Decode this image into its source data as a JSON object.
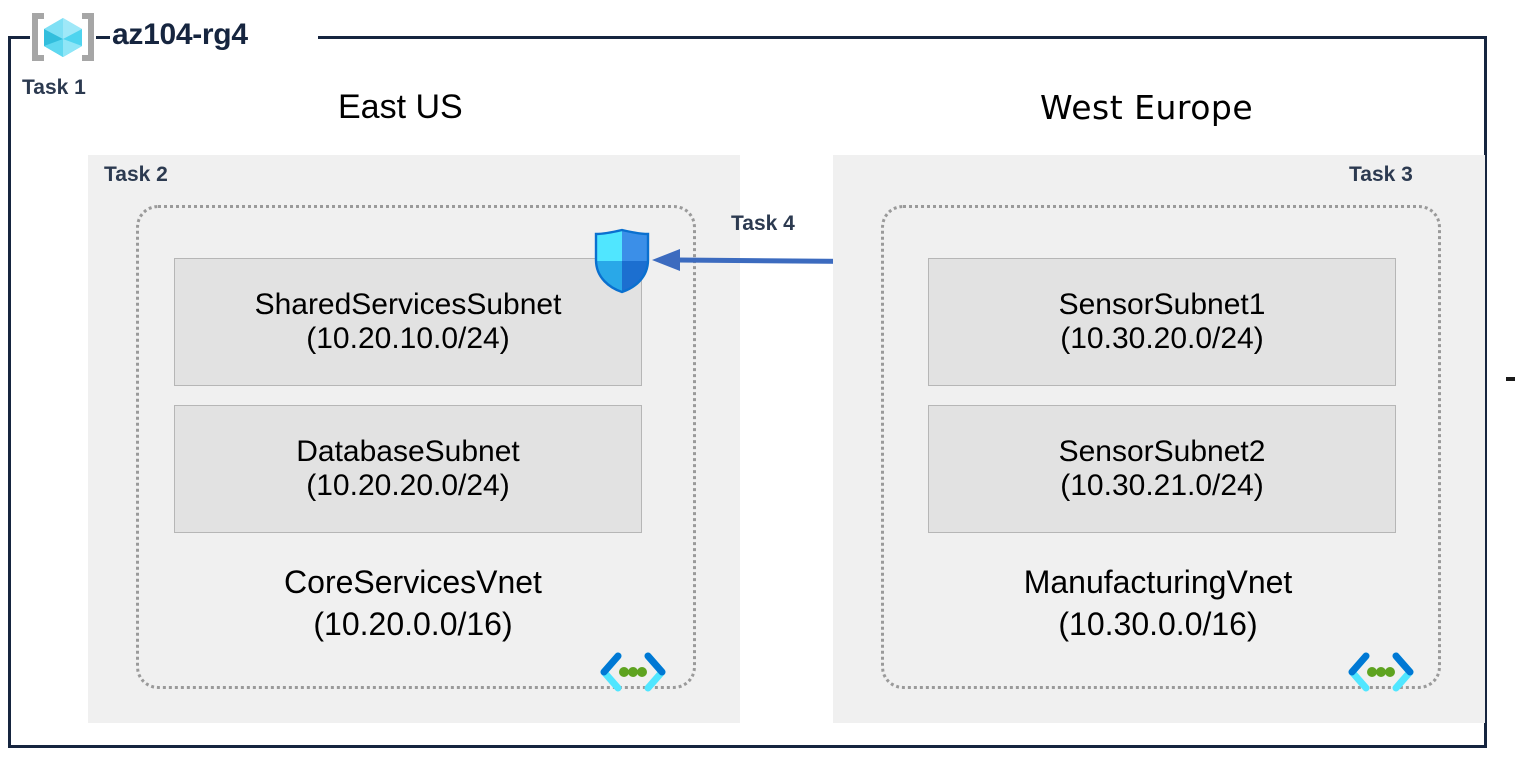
{
  "resource_group": {
    "name": "az104-rg4",
    "icon": "resource-group-cube-icon",
    "task_label": "Task 1"
  },
  "regions": [
    {
      "id": "east",
      "title": "East US",
      "task_label": "Task 2",
      "vnet": {
        "name": "CoreServicesVnet",
        "cidr": "(10.20.0.0/16)",
        "icon": "virtual-network-icon",
        "subnets": [
          {
            "name": "SharedServicesSubnet",
            "cidr": "(10.20.10.0/24)"
          },
          {
            "name": "DatabaseSubnet",
            "cidr": "(10.20.20.0/24)"
          }
        ]
      }
    },
    {
      "id": "west",
      "title": "West Europe",
      "task_label": "Task 3",
      "vnet": {
        "name": "ManufacturingVnet",
        "cidr": "(10.30.0.0/16)",
        "icon": "virtual-network-icon",
        "subnets": [
          {
            "name": "SensorSubnet1",
            "cidr": "(10.30.20.0/24)"
          },
          {
            "name": "SensorSubnet2",
            "cidr": "(10.30.21.0/24)"
          }
        ]
      }
    }
  ],
  "icons": {
    "nsg": "network-security-group-shield-icon",
    "defender": "defender-vm-shield-icon"
  },
  "connection": {
    "task_label": "Task 4",
    "direction": "right-to-left",
    "icon": "peering-arrow-icon"
  },
  "colors": {
    "border_navy": "#16253f",
    "region_fill": "#f0f0f0",
    "subnet_fill": "#e2e2e2",
    "subnet_border": "#b6b6b6",
    "vnet_dotted": "#9a9a9a",
    "arrow_blue": "#3c6bbf",
    "azure_cyan": "#32bedd",
    "azure_blue": "#0078d4",
    "task_text": "#2c3a50",
    "vnet_glyph_green": "#5ea320"
  }
}
